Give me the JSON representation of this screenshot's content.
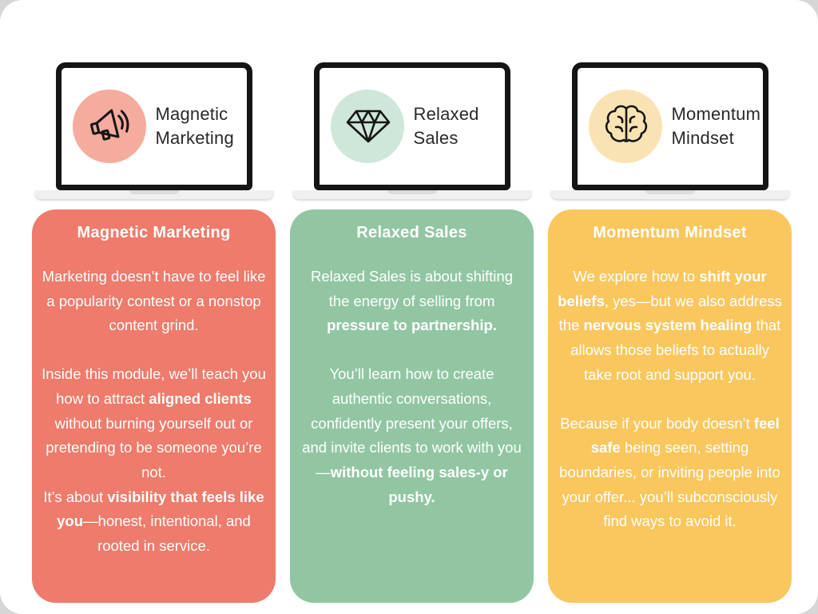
{
  "page": {
    "outer_background": "#d6d6d6",
    "canvas_background": "#ffffff"
  },
  "columns": [
    {
      "id": "magnetic-marketing",
      "card_color": "#ee7b6b",
      "circle_color": "#f5ab9e",
      "icon": "megaphone-icon",
      "laptop_title": "Magnetic\nMarketing",
      "card": {
        "heading": "Magnetic Marketing",
        "paragraphs": [
          {
            "gap": false,
            "segments": [
              {
                "t": "Marketing doesn’t have to feel like a popularity contest or a nonstop content grind.",
                "b": false
              }
            ]
          },
          {
            "gap": true,
            "segments": [
              {
                "t": "Inside this module, we’ll teach you how to attract ",
                "b": false
              },
              {
                "t": "aligned clients",
                "b": true
              },
              {
                "t": " without burning yourself out or pretending to be someone you’re not.",
                "b": false
              }
            ]
          },
          {
            "gap": false,
            "segments": [
              {
                "t": "It’s about ",
                "b": false
              },
              {
                "t": "visibility that feels like you",
                "b": true
              },
              {
                "t": "—honest, intentional, and rooted in service.",
                "b": false
              }
            ]
          }
        ]
      }
    },
    {
      "id": "relaxed-sales",
      "card_color": "#92c6a3",
      "circle_color": "#cfe7d9",
      "icon": "diamond-icon",
      "laptop_title": "Relaxed\nSales",
      "card": {
        "heading": "Relaxed Sales",
        "paragraphs": [
          {
            "gap": false,
            "segments": [
              {
                "t": "Relaxed Sales is about shifting the energy of selling from ",
                "b": false
              },
              {
                "t": "pressure to partnership.",
                "b": true
              }
            ]
          },
          {
            "gap": true,
            "segments": [
              {
                "t": "You’ll learn how to create authentic conversations, confidently present your offers, and invite clients to work with you—",
                "b": false
              },
              {
                "t": "without feeling sales-y or pushy.",
                "b": true
              }
            ]
          }
        ]
      }
    },
    {
      "id": "momentum-mindset",
      "card_color": "#f9c75e",
      "circle_color": "#fae3b2",
      "icon": "brain-icon",
      "laptop_title": "Momentum\nMindset",
      "card": {
        "heading": "Momentum Mindset",
        "paragraphs": [
          {
            "gap": false,
            "segments": [
              {
                "t": "We explore how to ",
                "b": false
              },
              {
                "t": "shift your beliefs",
                "b": true
              },
              {
                "t": ", yes—but we also address the ",
                "b": false
              },
              {
                "t": "nervous system healing",
                "b": true
              },
              {
                "t": " that allows those beliefs to actually take root and support you.",
                "b": false
              }
            ]
          },
          {
            "gap": true,
            "segments": [
              {
                "t": "Because if your body doesn’t ",
                "b": false
              },
              {
                "t": "feel safe",
                "b": true
              },
              {
                "t": " being seen, setting boundaries, or inviting people into your offer... you’ll subconsciously find ways to avoid it.",
                "b": false
              }
            ]
          }
        ]
      }
    }
  ]
}
